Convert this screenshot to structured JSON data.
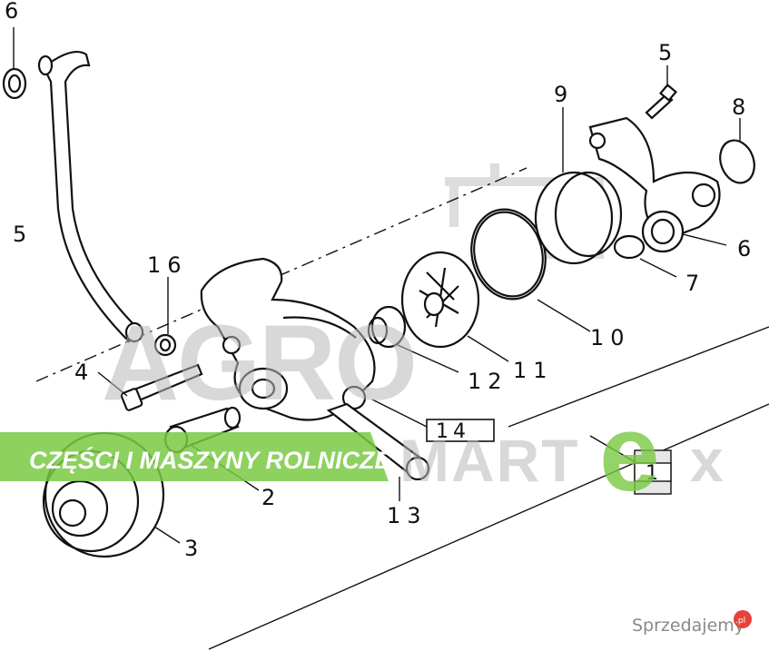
{
  "callouts": {
    "c1": "1",
    "c2": "2",
    "c3": "3",
    "c4": "4",
    "c5_hose": "5",
    "c5_bolt": "5",
    "c6_top": "6",
    "c6_right": "6",
    "c7": "7",
    "c8": "8",
    "c9": "9",
    "c10": "10",
    "c11": "11",
    "c12": "12",
    "c13": "13",
    "c14": "14",
    "c16": "16"
  },
  "watermark": {
    "agro": "AGRO",
    "marte": "MART",
    "e": "e",
    "x": "x",
    "banner": "CZĘŚCI I MASZYNY ROLNICZE",
    "site": "Sprzedajemy",
    "site_badge": ".pl"
  },
  "colors": {
    "line": "#111111",
    "watermark_gray": "#b9b9b9",
    "watermark_green": "#79c943",
    "badge_red": "#e8413a"
  }
}
